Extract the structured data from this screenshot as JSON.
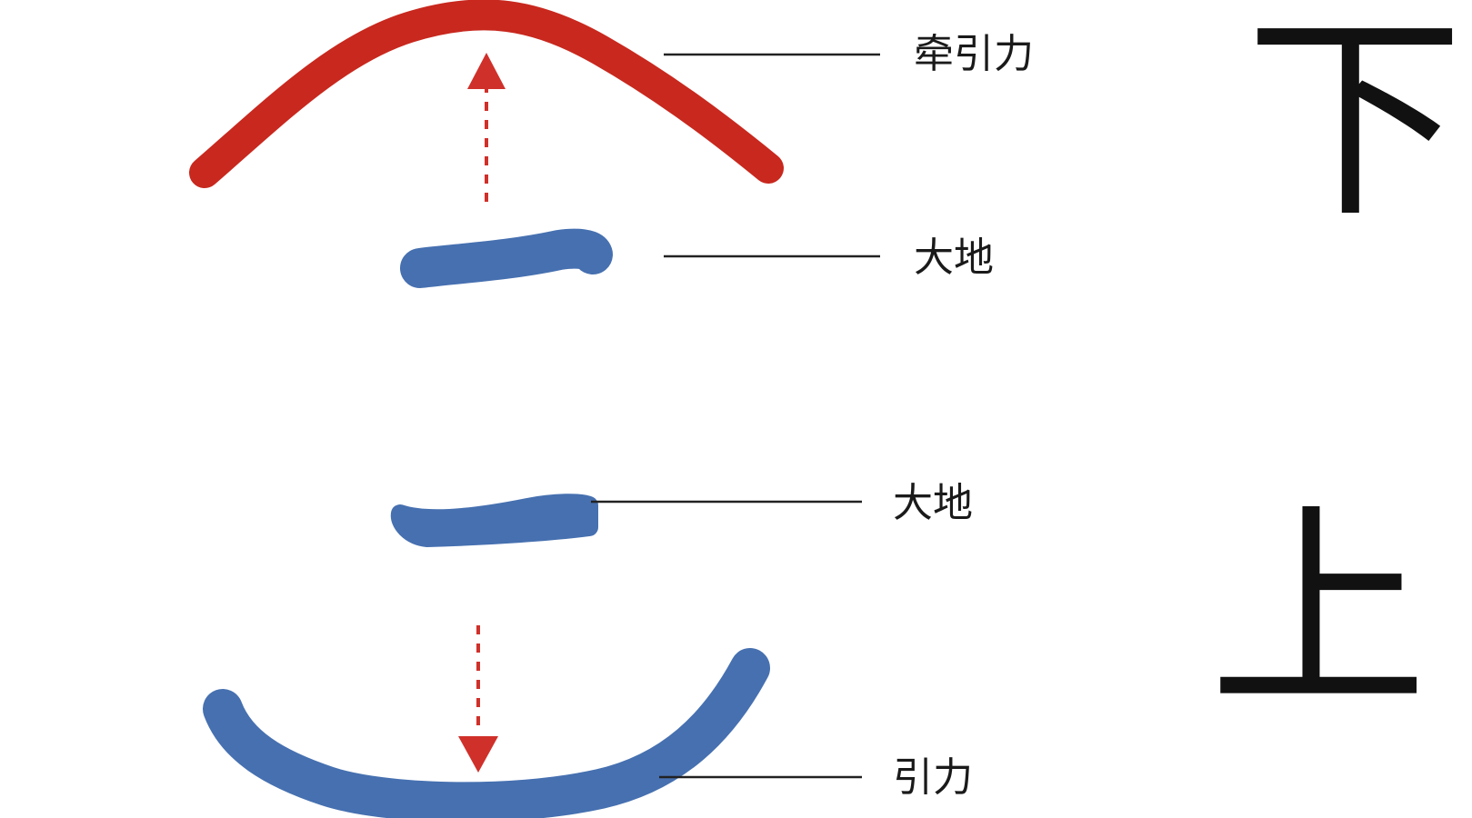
{
  "colors": {
    "red": "#c8281e",
    "blue": "#4670b0",
    "line": "#222222"
  },
  "top_diagram": {
    "label_traction": "牵引力",
    "label_earth": "大地",
    "character": "下"
  },
  "bottom_diagram": {
    "label_earth": "大地",
    "label_gravity": "引力",
    "character": "上"
  }
}
